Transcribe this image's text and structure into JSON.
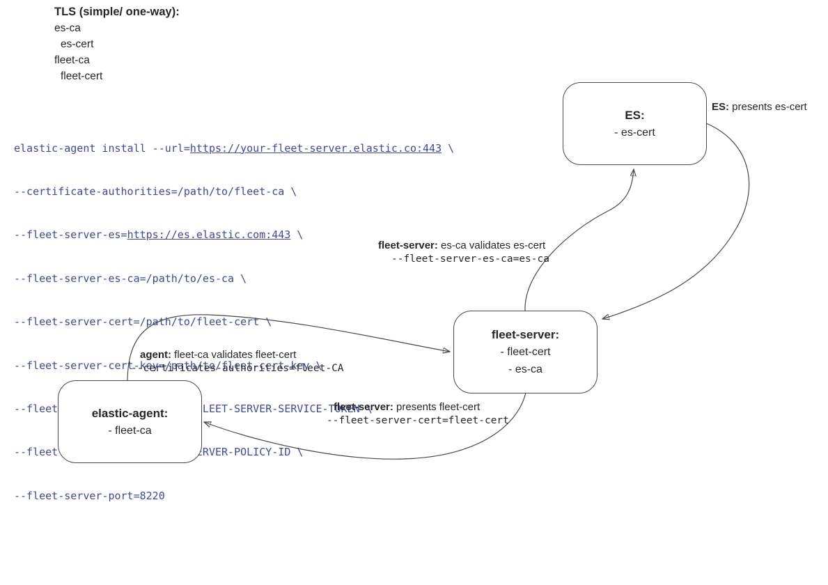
{
  "colors": {
    "background": "#ffffff",
    "code_text": "#3f47a0",
    "connector_stroke": "#474747",
    "text": "#262626"
  },
  "legend": {
    "title": "TLS (simple/ one-way):",
    "lines": [
      "es-ca",
      "es-cert",
      "fleet-ca",
      "fleet-cert"
    ]
  },
  "command": {
    "lines": [
      {
        "segments": [
          {
            "text": "elastic-agent install --url="
          },
          {
            "text": "https://your-fleet-server.elastic.co:443",
            "underline": true,
            "link": true
          },
          {
            "text": " \\"
          }
        ]
      },
      {
        "segments": [
          {
            "text": "--certificate-authorities=/path/to/fleet-ca \\"
          }
        ]
      },
      {
        "segments": [
          {
            "text": "--fleet-server-es="
          },
          {
            "text": "https://es.elastic.com:443",
            "underline": true,
            "link": true
          },
          {
            "text": " \\"
          }
        ]
      },
      {
        "segments": [
          {
            "text": "--fleet-server-es-ca=/path/to/es-ca \\"
          }
        ]
      },
      {
        "segments": [
          {
            "text": "--fleet-server-cert=/path/to/fleet-cert \\"
          }
        ]
      },
      {
        "segments": [
          {
            "text": "--fleet-server-cert-key=/path/to/fleet-cert-key \\"
          }
        ]
      },
      {
        "segments": [
          {
            "text": "--fleet-server-service-token=FLEET-SERVER-SERVICE-TOKEN \\"
          }
        ]
      },
      {
        "segments": [
          {
            "text": "--fleet-server-policy=FLEET-SERVER-POLICY-ID \\"
          }
        ]
      },
      {
        "segments": [
          {
            "text": "--fleet-server-port=8220"
          }
        ]
      }
    ]
  },
  "nodes": {
    "es": {
      "title": "ES:",
      "line1": "- es-cert"
    },
    "fleet_server": {
      "title": "fleet-server:",
      "line1": "- fleet-cert",
      "line2": "- es-ca"
    },
    "elastic_agent": {
      "title": "elastic-agent:",
      "line1": "- fleet-ca"
    }
  },
  "edge_labels": {
    "es_presents": {
      "bold": "ES:",
      "rest": " presents es-cert"
    },
    "fleet_validates": {
      "bold": "fleet-server:",
      "rest": " es-ca validates es-cert",
      "code": "--fleet-server-es-ca=es-ca"
    },
    "agent_validates": {
      "bold": "agent:",
      "rest": " fleet-ca validates fleet-cert",
      "code": "--certificates-authorities=fleet-CA"
    },
    "fleet_presents": {
      "bold": "fleet-server:",
      "rest": " presents fleet-cert",
      "code": "--fleet-server-cert=fleet-cert"
    }
  }
}
